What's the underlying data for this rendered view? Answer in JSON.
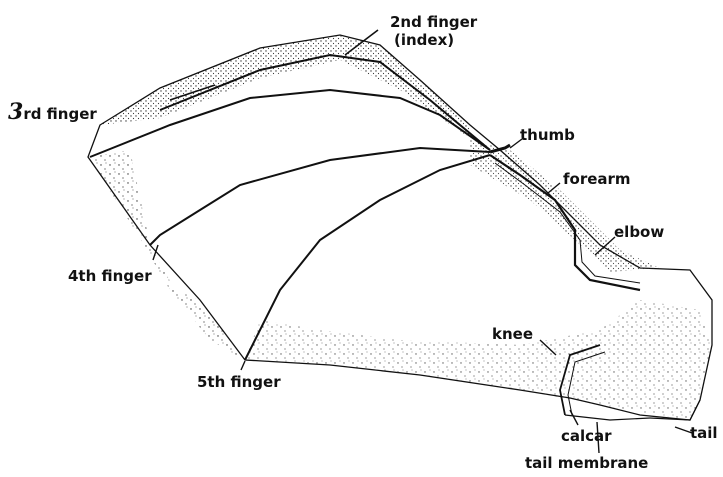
{
  "diagram": {
    "ink_color": "#111111",
    "background": "#ffffff",
    "labels": {
      "finger2_line1": "2nd finger",
      "finger2_line2": "(index)",
      "finger3_digit": "3",
      "finger3_rest": "rd finger",
      "thumb": "thumb",
      "forearm": "forearm",
      "elbow": "elbow",
      "finger4": "4th finger",
      "knee": "knee",
      "finger5": "5th finger",
      "calcar": "calcar",
      "tail": "tail",
      "tail_membrane": "tail membrane"
    }
  }
}
